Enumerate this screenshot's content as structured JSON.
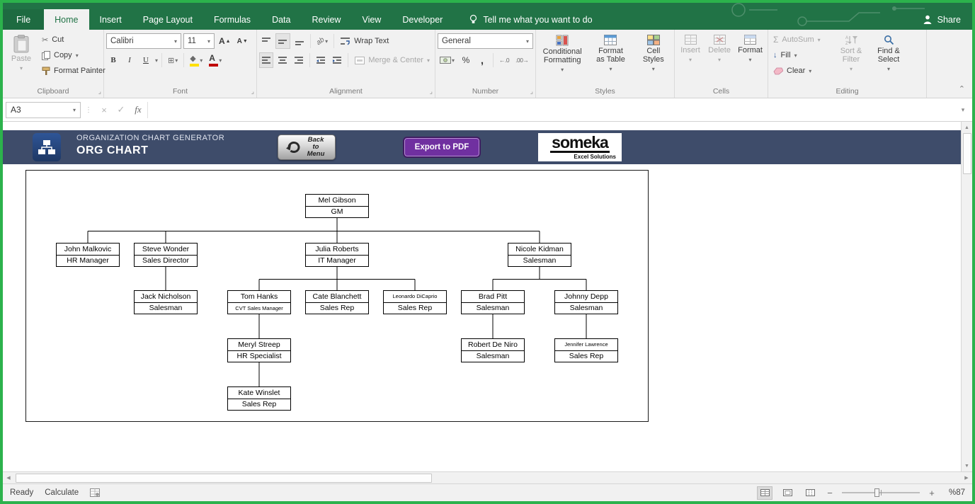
{
  "ribbon": {
    "tabs": [
      {
        "label": "File",
        "file": true
      },
      {
        "label": "Home",
        "active": true
      },
      {
        "label": "Insert"
      },
      {
        "label": "Page Layout"
      },
      {
        "label": "Formulas"
      },
      {
        "label": "Data"
      },
      {
        "label": "Review"
      },
      {
        "label": "View"
      },
      {
        "label": "Developer"
      }
    ],
    "tell_me": "Tell me what you want to do",
    "share_label": "Share",
    "clipboard": {
      "label": "Clipboard",
      "paste": "Paste",
      "cut": "Cut",
      "copy": "Copy",
      "format_painter": "Format Painter"
    },
    "font": {
      "label": "Font",
      "family": "Calibri",
      "size": "11",
      "bold": "B",
      "italic": "I",
      "underline": "U"
    },
    "alignment": {
      "label": "Alignment",
      "wrap_text": "Wrap Text",
      "merge_center": "Merge & Center"
    },
    "number": {
      "label": "Number",
      "format": "General",
      "percent": "%",
      "comma": ","
    },
    "styles": {
      "label": "Styles",
      "conditional": "Conditional Formatting",
      "format_table": "Format as Table",
      "cell_styles": "Cell Styles"
    },
    "cells": {
      "label": "Cells",
      "insert": "Insert",
      "delete": "Delete",
      "format": "Format"
    },
    "editing": {
      "label": "Editing",
      "autosum": "AutoSum",
      "fill": "Fill",
      "clear": "Clear",
      "sort_filter": "Sort & Filter",
      "find_select": "Find & Select"
    }
  },
  "formula_bar": {
    "cell_ref": "A3",
    "fx": "fx"
  },
  "sheet_header": {
    "title": "ORGANIZATION CHART GENERATOR",
    "subtitle": "ORG CHART",
    "back_button": "Back to Menu",
    "export_button": "Export to PDF",
    "logo_text": "someka",
    "logo_sub": "Excel Solutions"
  },
  "org_chart": {
    "nodes": [
      {
        "id": "gm",
        "name": "Mel Gibson",
        "role": "GM"
      },
      {
        "id": "hr",
        "name": "John Malkovic",
        "role": "HR Manager"
      },
      {
        "id": "sd",
        "name": "Steve Wonder",
        "role": "Sales Director"
      },
      {
        "id": "it",
        "name": "Julia Roberts",
        "role": "IT Manager"
      },
      {
        "id": "nk",
        "name": "Nicole Kidman",
        "role": "Salesman"
      },
      {
        "id": "jn",
        "name": "Jack Nicholson",
        "role": "Salesman"
      },
      {
        "id": "th",
        "name": "Tom Hanks",
        "role": "CVT Sales Manager",
        "role_small": true
      },
      {
        "id": "cb",
        "name": "Cate Blanchett",
        "role": "Sales Rep"
      },
      {
        "id": "ld",
        "name": "Leonardo DiCaprio",
        "role": "Sales Rep",
        "name_small": true
      },
      {
        "id": "bp",
        "name": "Brad Pitt",
        "role": "Salesman"
      },
      {
        "id": "jd",
        "name": "Johnny Depp",
        "role": "Salesman"
      },
      {
        "id": "ms",
        "name": "Meryl Streep",
        "role": "HR Specialist"
      },
      {
        "id": "rdn",
        "name": "Robert De Niro",
        "role": "Salesman"
      },
      {
        "id": "jl",
        "name": "Jennifer Lawrence",
        "role": "Sales Rep",
        "name_small": true
      },
      {
        "id": "kw",
        "name": "Kate Winslet",
        "role": "Sales Rep"
      }
    ]
  },
  "status_bar": {
    "ready": "Ready",
    "calculate": "Calculate",
    "zoom": "%87"
  },
  "colors": {
    "excel_green": "#217346",
    "band_navy": "#3e4c6a",
    "export_purple": "#7030a0"
  }
}
